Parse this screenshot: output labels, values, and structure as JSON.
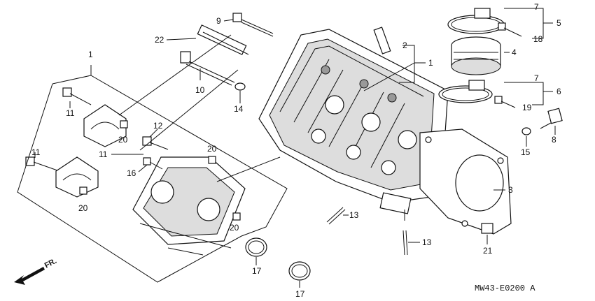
{
  "callouts": {
    "c1_left": "1",
    "c1_right": "1",
    "c2": "2",
    "c3": "3",
    "c4": "4",
    "c5": "5",
    "c6": "6",
    "c7_top": "7",
    "c7_mid": "7",
    "c8": "8",
    "c9": "9",
    "c10": "10",
    "c11_a": "11",
    "c11_b": "11",
    "c11_c": "11",
    "c12": "12",
    "c13_a": "13",
    "c13_b": "13",
    "c14": "14",
    "c15": "15",
    "c16": "16",
    "c17_a": "17",
    "c17_b": "17",
    "c18": "18",
    "c19": "19",
    "c20_a": "20",
    "c20_b": "20",
    "c20_c": "20",
    "c20_d": "20",
    "c21": "21",
    "c22": "22"
  },
  "front_marker": "FR.",
  "diagram_code": "MW43-E0200 A"
}
